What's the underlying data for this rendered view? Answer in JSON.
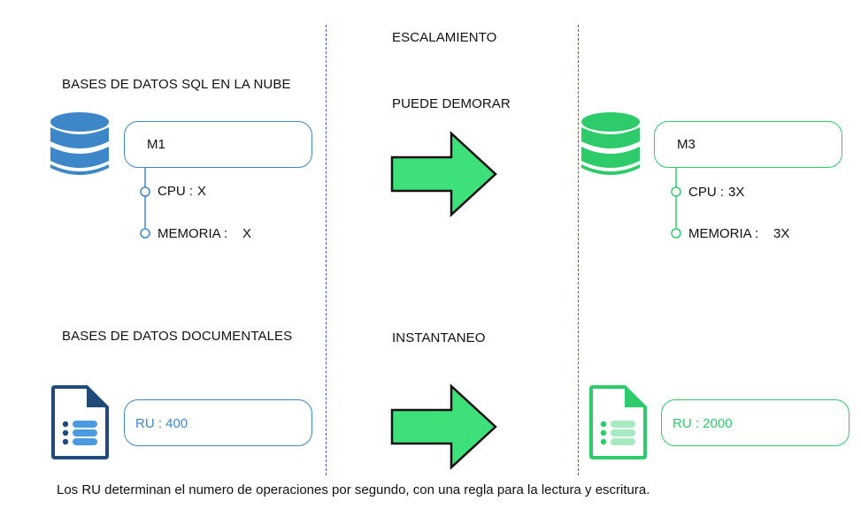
{
  "header": {
    "center_title": "ESCALAMIENTO"
  },
  "sql": {
    "section_title": "BASES DE DATOS SQL EN LA NUBE",
    "transition_label": "PUEDE DEMORAR",
    "source": {
      "machine": "M1",
      "cpu_label": "CPU :",
      "cpu_value": "X",
      "memory_label": "MEMORIA :",
      "memory_value": "X"
    },
    "target": {
      "machine": "M3",
      "cpu_label": "CPU :",
      "cpu_value": "3X",
      "memory_label": "MEMORIA :",
      "memory_value": "3X"
    }
  },
  "documental": {
    "section_title": "BASES DE DATOS DOCUMENTALES",
    "transition_label": "INSTANTANEO",
    "source": {
      "ru": "RU : 400"
    },
    "target": {
      "ru": "RU : 2000"
    }
  },
  "footer": {
    "note": "Los RU determinan el numero de operaciones por segundo, con una regla para la lectura y escritura."
  },
  "colors": {
    "blue": "#3d87c8",
    "green": "#2ecb6a",
    "arrow": "#3ee07a",
    "divider": "#3a5bd0"
  }
}
